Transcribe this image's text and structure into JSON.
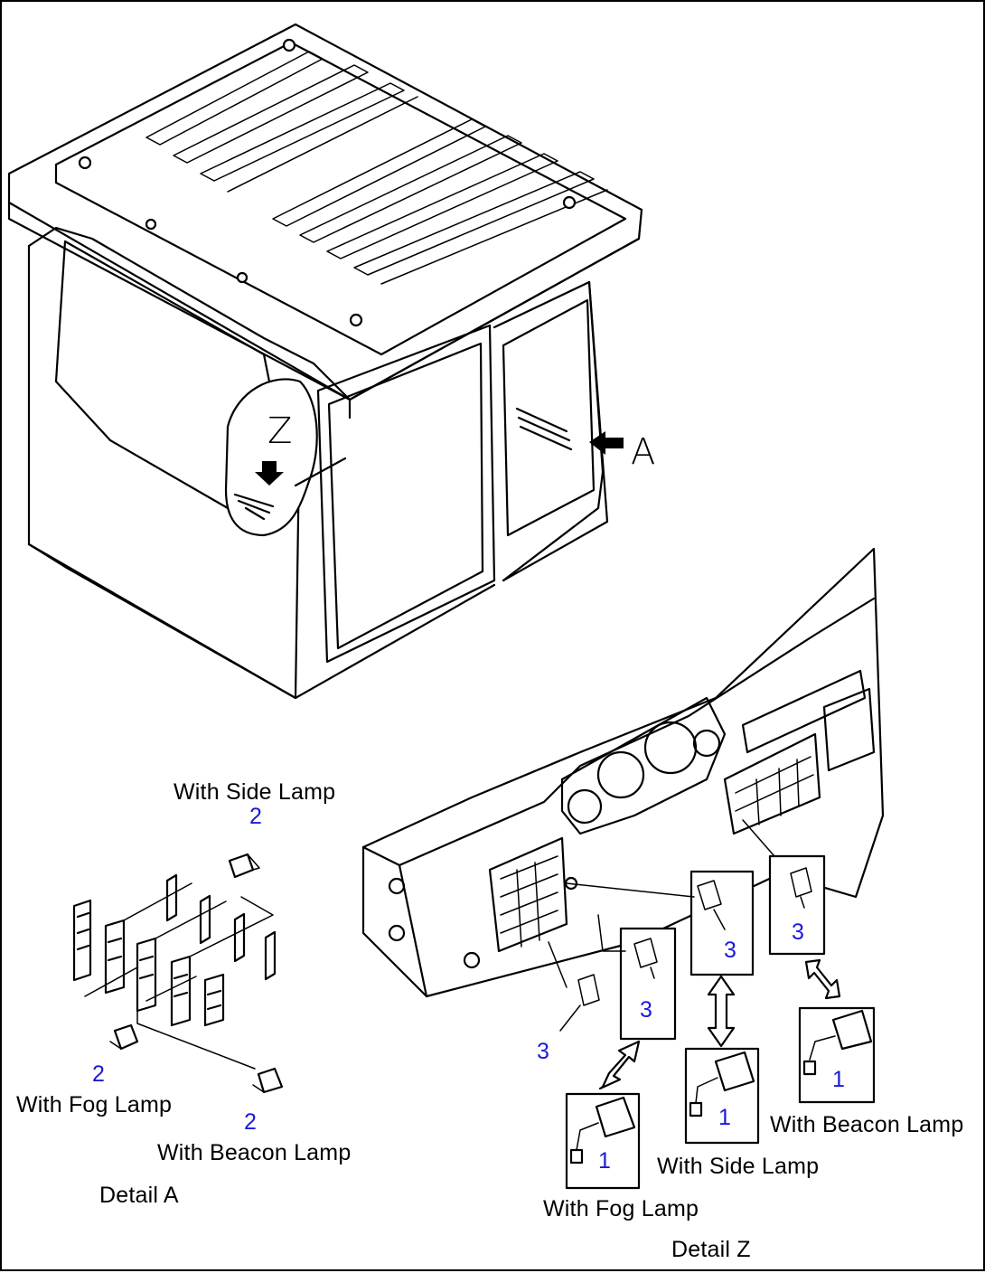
{
  "views": {
    "z": "Z",
    "a": "A"
  },
  "detail_a": {
    "caption": "Detail A",
    "side_label": "With Side Lamp",
    "side_num": "2",
    "fog_label": "With Fog Lamp",
    "fog_num": "2",
    "beacon_label": "With Beacon Lamp",
    "beacon_num": "2"
  },
  "detail_z": {
    "caption": "Detail Z",
    "callout_a": "3",
    "callout_b": "3",
    "callout_c": "3",
    "callout_d": "3",
    "fog_label": "With Fog Lamp",
    "fog_num": "1",
    "side_label": "With Side Lamp",
    "side_num": "1",
    "beacon_label": "With Beacon Lamp",
    "beacon_num": "1"
  }
}
